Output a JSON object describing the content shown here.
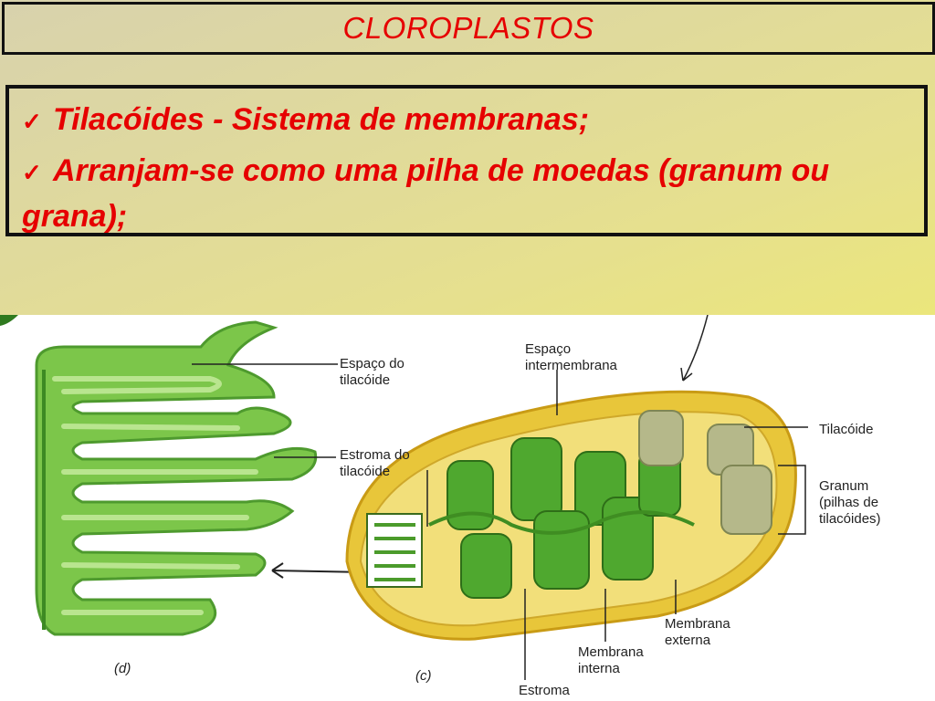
{
  "slide": {
    "title": "CLOROPLASTOS",
    "bullets": [
      "Tilacóides -  Sistema de membranas;",
      "Arranjam-se como uma pilha de moedas (granum ou grana);"
    ],
    "check_glyph": "✓"
  },
  "figure": {
    "labels": {
      "espaco_tilacoide_1": "Espaço do",
      "espaco_tilacoide_2": "tilacóide",
      "estroma_tilacoide_1": "Estroma do",
      "estroma_tilacoide_2": "tilacóide",
      "espaco_intermembrana_1": "Espaço",
      "espaco_intermembrana_2": "intermembrana",
      "tilacoide": "Tilacóide",
      "granum_1": "Granum",
      "granum_2": "(pilhas de",
      "granum_3": "tilacóides)",
      "membrana_externa_1": "Membrana",
      "membrana_externa_2": "externa",
      "membrana_interna_1": "Membrana",
      "membrana_interna_2": "interna",
      "estroma": "Estroma",
      "panel_d": "(d)",
      "panel_c": "(c)"
    }
  }
}
